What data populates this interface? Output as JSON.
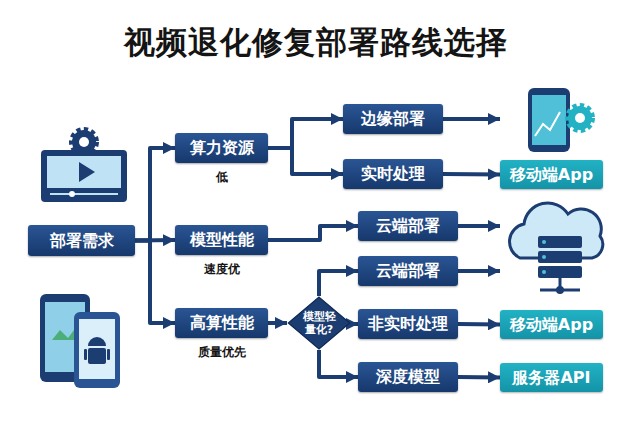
{
  "diagram": {
    "title": "视频退化修复部署路线选择",
    "nodes": [
      {
        "text": [
          "部署需求"
        ]
      },
      {
        "text": [
          "算力资源",
          "低"
        ]
      },
      {
        "text": [
          "模型性能",
          "速度优"
        ]
      },
      {
        "text": [
          "高算性能",
          "质量优先"
        ]
      },
      {
        "text": [
          "边缘部署"
        ]
      },
      {
        "text": [
          "实时处理"
        ]
      },
      {
        "text": [
          "云端部署"
        ]
      },
      {
        "text": [
          "模型轻量化?"
        ]
      },
      {
        "text": [
          "云端部署"
        ]
      },
      {
        "text": [
          "非实时处理"
        ]
      },
      {
        "text": [
          "深度模型"
        ]
      },
      {
        "text": [
          "移动端App"
        ]
      },
      {
        "text": [
          "移动端App"
        ]
      },
      {
        "text": [
          "服务器API"
        ]
      }
    ],
    "edges": [
      {
        "from": 0,
        "to": 1,
        "arrow": "to"
      },
      {
        "from": 0,
        "to": 2,
        "arrow": "to"
      },
      {
        "from": 0,
        "to": 3,
        "arrow": "to"
      },
      {
        "from": 1,
        "to": 4,
        "arrow": "to"
      },
      {
        "from": 1,
        "to": 5,
        "arrow": "to"
      },
      {
        "from": 5,
        "to": 11,
        "arrow": "to"
      },
      {
        "from": 2,
        "to": 6,
        "arrow": "to"
      },
      {
        "from": 3,
        "to": 7,
        "arrow": "to"
      },
      {
        "from": 7,
        "to": 8,
        "arrow": "to"
      },
      {
        "from": 7,
        "to": 9,
        "arrow": "to"
      },
      {
        "from": 7,
        "to": 10,
        "arrow": "to"
      },
      {
        "from": 9,
        "to": 12,
        "arrow": "to"
      },
      {
        "from": 10,
        "to": 13,
        "arrow": "to"
      }
    ]
  }
}
